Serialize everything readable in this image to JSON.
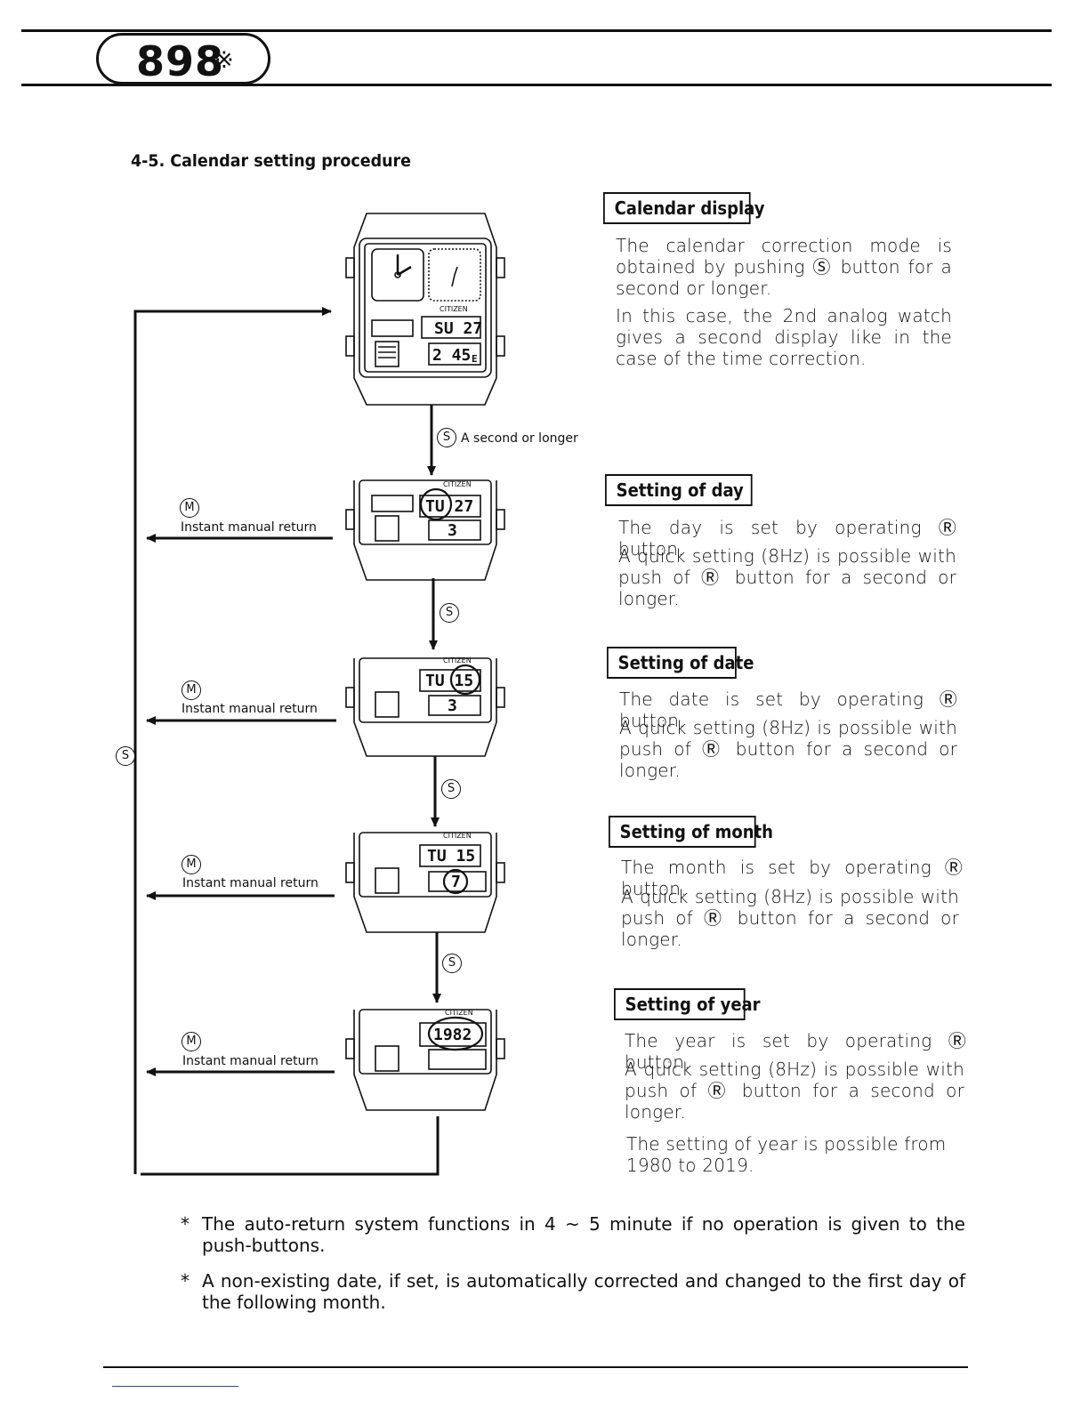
{
  "header": {
    "model_number": "898",
    "model_mark": "※"
  },
  "section": {
    "title": "4-5. Calendar setting procedure"
  },
  "flow": {
    "s_button": "S",
    "m_button": "M",
    "first_step_label": "A second or longer",
    "return_label": "Instant manual return",
    "brand": "CITIZEN"
  },
  "watches": [
    {
      "upper": "SU 27",
      "lower": "2 45",
      "lower_suffix": "E"
    },
    {
      "upper": "TU 27",
      "lower": "3"
    },
    {
      "upper": "TU 15",
      "lower": "3"
    },
    {
      "upper": "TU 15",
      "lower": "7"
    },
    {
      "upper": "1982",
      "lower": ""
    }
  ],
  "steps": [
    {
      "heading": "Calendar display",
      "paragraphs": [
        "The calendar correction mode is obtained by pushing Ⓢ button for a second or longer.",
        "In this case, the 2nd analog watch gives a second display like in the case of the time correction."
      ]
    },
    {
      "heading": "Setting of day",
      "paragraphs": [
        "The day is set by operating Ⓡ button.",
        "A quick setting (8Hz) is possible with push of Ⓡ button for a second or longer."
      ]
    },
    {
      "heading": "Setting of date",
      "paragraphs": [
        "The date is set by operating Ⓡ button.",
        "A quick setting (8Hz) is possible with push of Ⓡ button for a second or longer."
      ]
    },
    {
      "heading": "Setting of month",
      "paragraphs": [
        "The month is set by operating Ⓡ button.",
        "A quick setting (8Hz) is possible with push of Ⓡ button for a second or longer."
      ]
    },
    {
      "heading": "Setting of year",
      "paragraphs": [
        "The year is set by operating Ⓡ button.",
        "A quick setting (8Hz) is possible with push of Ⓡ button for a second or longer.",
        "The setting of year is possible from 1980 to 2019."
      ]
    }
  ],
  "notes": [
    "The auto-return system functions in 4 ~ 5 minute if no operation is given to the push-buttons.",
    "A non-existing date, if set, is automatically corrected and changed to the first day of the following month."
  ],
  "note_marker": "*"
}
